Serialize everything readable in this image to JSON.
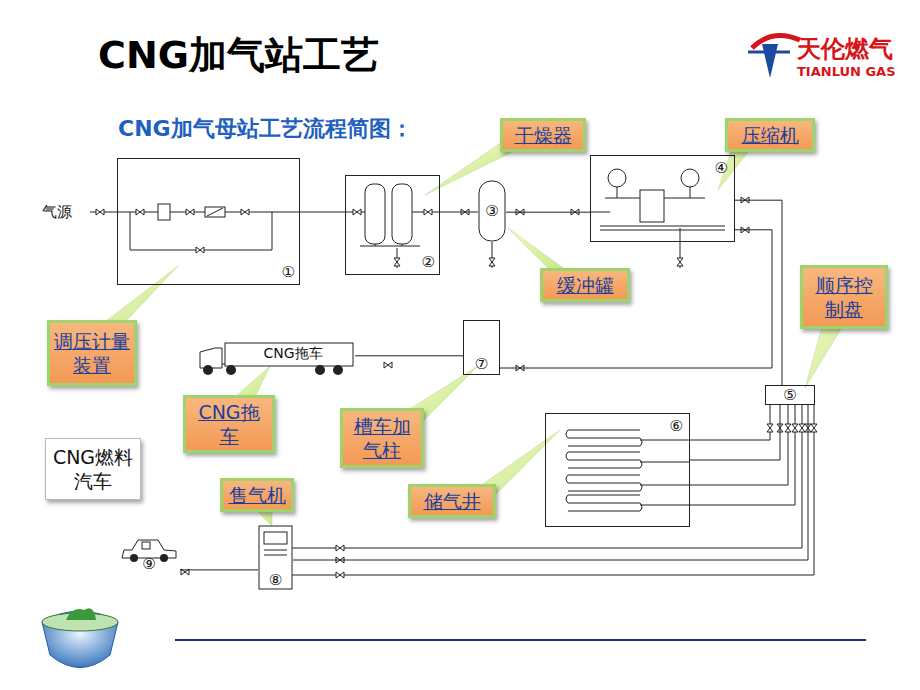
{
  "diagram": {
    "title": "CNG加气站工艺",
    "nodes": [
      {
        "text": [
          "①"
        ]
      },
      {
        "text": [
          "②"
        ]
      },
      {
        "text": [
          "③"
        ]
      },
      {
        "text": [
          "④"
        ]
      },
      {
        "text": [
          "⑤"
        ]
      },
      {
        "text": [
          "⑥"
        ]
      },
      {
        "text": [
          "⑦"
        ]
      },
      {
        "text": [
          "⑧"
        ]
      },
      {
        "text": [
          "⑨"
        ]
      },
      {
        "text": [
          "CNG拖车"
        ]
      },
      {
        "text": [
          "干燥器"
        ]
      },
      {
        "text": [
          "压缩机"
        ]
      },
      {
        "text": [
          "缓冲罐"
        ]
      },
      {
        "text": [
          "调压计量装置"
        ]
      },
      {
        "text": [
          "CNG拖车"
        ]
      },
      {
        "text": [
          "槽车加气柱"
        ]
      },
      {
        "text": [
          "顺序控制盘"
        ]
      },
      {
        "text": [
          "储气井"
        ]
      },
      {
        "text": [
          "CNG燃料汽车"
        ]
      },
      {
        "text": [
          "售气机"
        ]
      }
    ],
    "edges": [
      {
        "from": 0,
        "to": 1,
        "arrow": "none"
      },
      {
        "from": 1,
        "to": 2,
        "arrow": "none"
      },
      {
        "from": 2,
        "to": 3,
        "arrow": "none"
      },
      {
        "from": 3,
        "to": 4,
        "arrow": "none"
      },
      {
        "from": 3,
        "to": 6,
        "arrow": "none"
      },
      {
        "from": 4,
        "to": 5,
        "arrow": "none"
      },
      {
        "from": 4,
        "to": 7,
        "arrow": "none"
      },
      {
        "from": 6,
        "to": 9,
        "arrow": "none"
      },
      {
        "from": 7,
        "to": 8,
        "arrow": "none"
      }
    ],
    "labels": [
      "CNG加气母站工艺流程简图：",
      "气源",
      "天伦燃气",
      "TIANLUN GAS"
    ]
  }
}
